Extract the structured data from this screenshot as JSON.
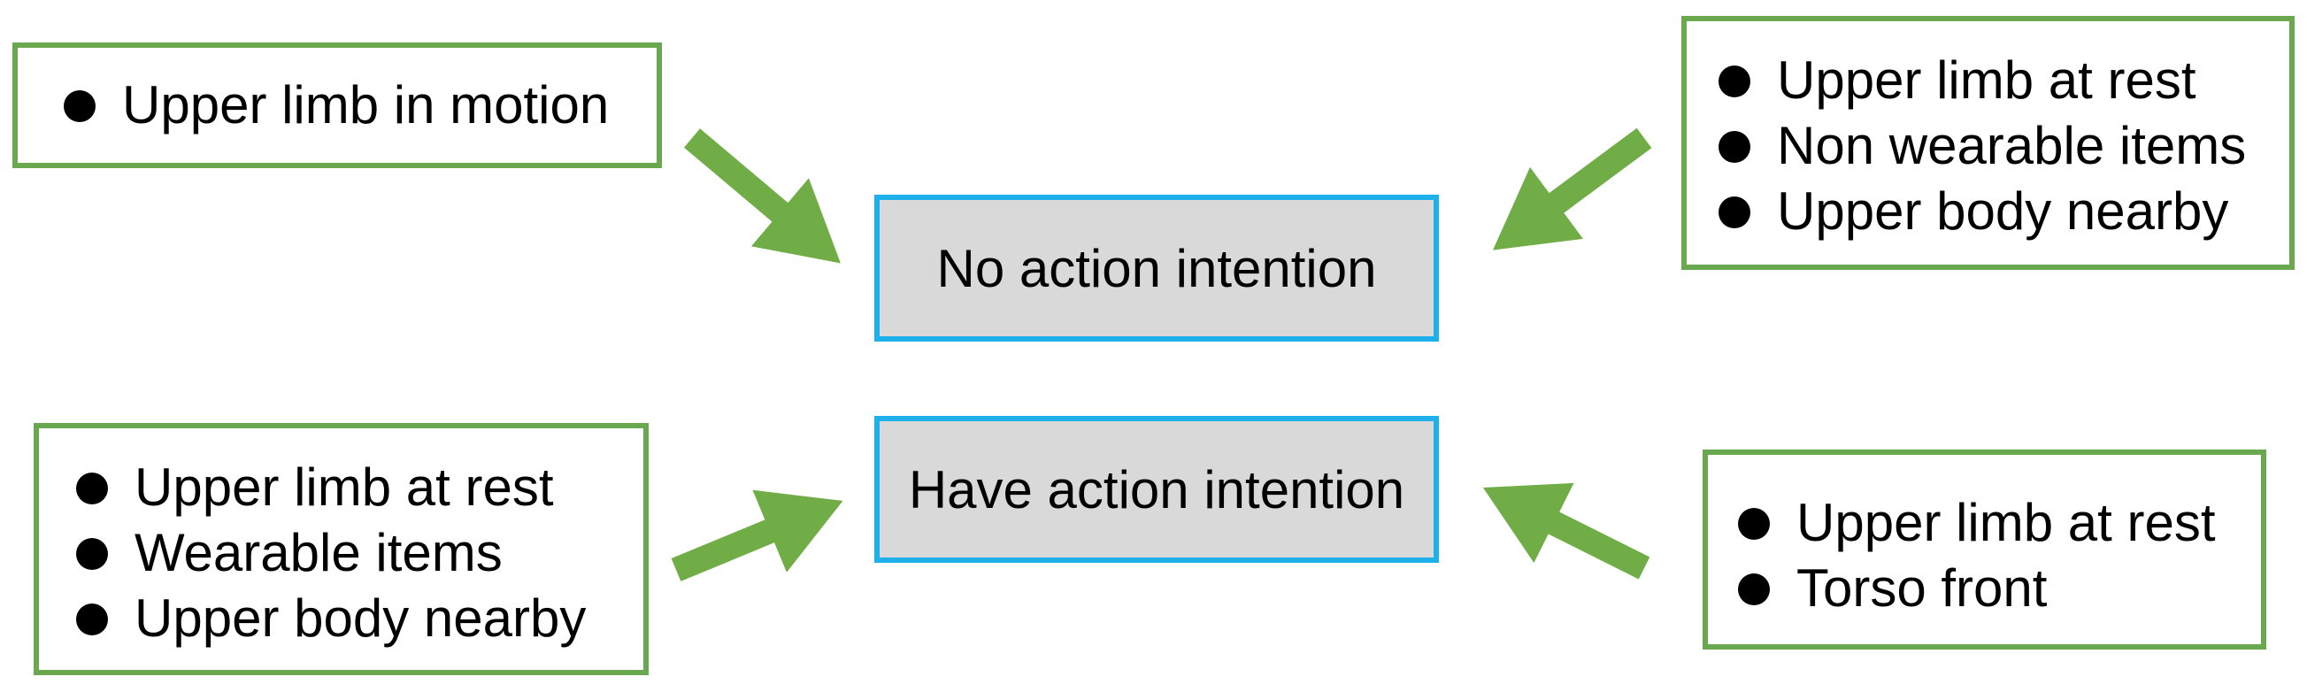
{
  "colors": {
    "condition_border": "#6aa84f",
    "state_border": "#1fb0ec",
    "state_fill": "#d9d9d9",
    "arrow": "#70ad47"
  },
  "states": {
    "no_action": "No action intention",
    "have_action": "Have action intention"
  },
  "conditions": {
    "top_left": [
      "Upper limb in motion"
    ],
    "top_right": [
      "Upper limb at rest",
      "Non wearable items",
      "Upper body nearby"
    ],
    "bottom_left": [
      "Upper limb at rest",
      "Wearable items",
      "Upper body nearby"
    ],
    "bottom_right": [
      "Upper limb at rest",
      "Torso front"
    ]
  }
}
